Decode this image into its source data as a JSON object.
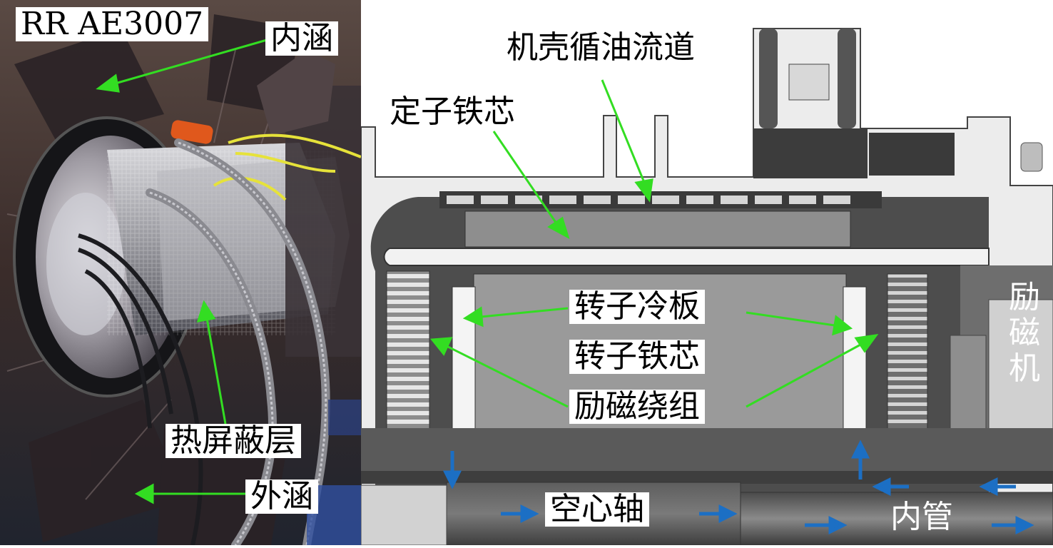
{
  "photo_panel": {
    "engine_label": "RR AE3007",
    "inner_duct_label": "内涵",
    "heat_shield_label": "热屏蔽层",
    "outer_duct_label": "外涵"
  },
  "drawing_panel": {
    "housing_oil_channel_label": "机壳循油流道",
    "stator_core_label": "定子铁芯",
    "rotor_cold_plate_label": "转子冷板",
    "rotor_core_label": "转子铁芯",
    "field_winding_label": "励磁绕组",
    "exciter_label": [
      "励",
      "磁",
      "机"
    ],
    "hollow_shaft_label": "空心轴",
    "inner_tube_label": "内管"
  },
  "colors": {
    "annotation_arrow": "#33dd22",
    "flow_arrow": "#1c6fc4",
    "housing": "#e6e6e6",
    "rotor_core": "#9a9a9a",
    "dark_part": "#4a4a4a"
  }
}
